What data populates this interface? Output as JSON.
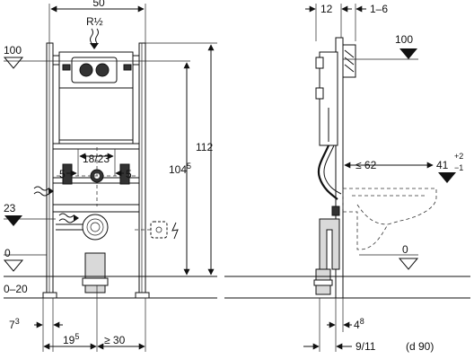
{
  "front_view": {
    "width": "50",
    "connection": "R½",
    "level_100": "100",
    "level_23": "23",
    "level_0": "0",
    "floor_range": "0–20",
    "height_112": "112",
    "height_1045_base": "104",
    "height_1045_sup": "5",
    "center_spacing": "18/23",
    "offset_left": "5",
    "offset_right": "5",
    "bottom_7_base": "7",
    "bottom_7_sup": "3",
    "bottom_195_base": "19",
    "bottom_195_sup": "5",
    "bottom_min": "≥ 30"
  },
  "side_view": {
    "depth_12": "12",
    "depth_range": "1–6",
    "level_100": "100",
    "bowl_distance": "≤ 62",
    "bowl_height": "41",
    "bowl_tol_plus": "+2",
    "bowl_tol_minus": "−1",
    "level_0": "0",
    "bottom_48_base": "4",
    "bottom_48_sup": "8",
    "pipe_size": "9/11",
    "pipe_d": "(d 90)"
  },
  "icons": [
    "arrow-down-icon",
    "level-triangle-icon",
    "electrical-outlet-icon"
  ]
}
